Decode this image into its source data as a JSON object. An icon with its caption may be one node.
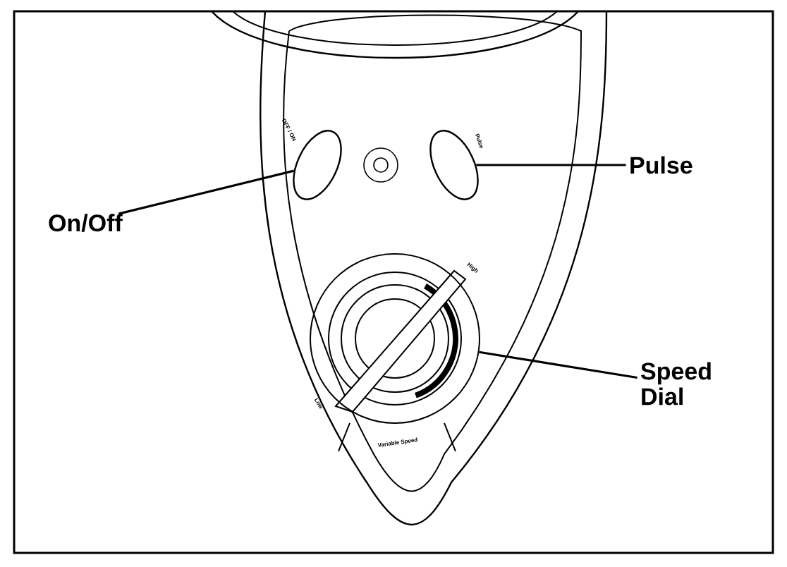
{
  "diagram": {
    "nodes": [
      {
        "text": [
          "On/Off"
        ]
      },
      {
        "text": [
          "Pulse"
        ]
      },
      {
        "text": [
          "Speed Dial"
        ]
      },
      {
        "text": [],
        "shape": "ellipse"
      },
      {
        "text": [],
        "shape": "ellipse"
      },
      {
        "text": [],
        "shape": "circle"
      }
    ],
    "edges": [
      {
        "from": 0,
        "to": 3,
        "arrow": "none"
      },
      {
        "from": 1,
        "to": 4,
        "arrow": "none"
      },
      {
        "from": 2,
        "to": 5,
        "arrow": "none"
      }
    ],
    "labels": [
      "OFF / ON",
      "Pulse",
      "High",
      "Low",
      "Variable Speed"
    ]
  }
}
